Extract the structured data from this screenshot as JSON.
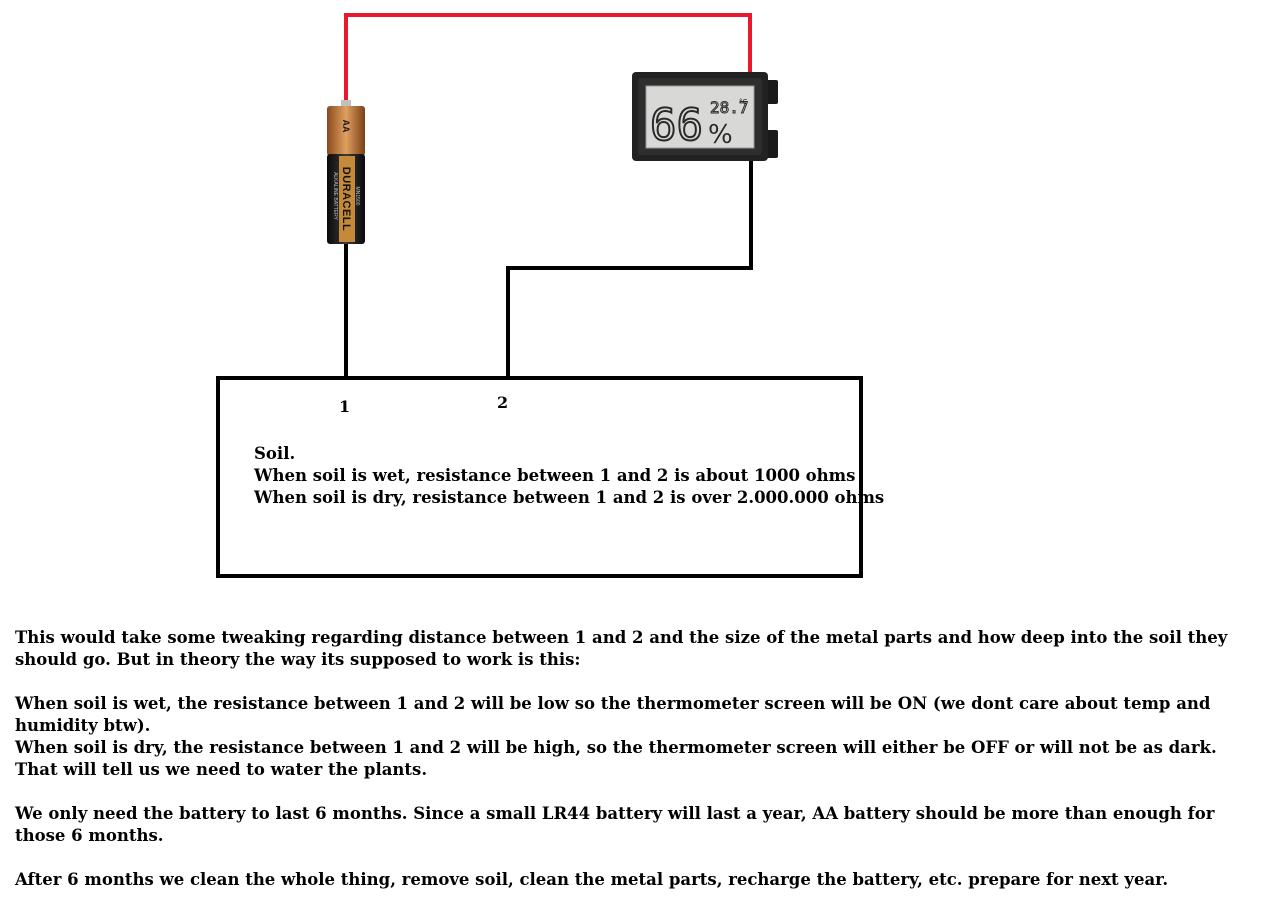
{
  "battery": {
    "size_label": "AA",
    "brand": "DURACELL",
    "subtitle": "ALKALINE BATTERY",
    "model": "MN1500",
    "colors": {
      "cap": "#b87333",
      "body": "#1a1a1a",
      "brand_bg": "#c48a3a"
    }
  },
  "thermometer": {
    "humidity": "66",
    "humidity_unit": "%",
    "temperature": "28.7",
    "temperature_unit": "°C"
  },
  "wires": {
    "positive_color": "#e8192c",
    "return_color": "#000000"
  },
  "terminals": {
    "one": "1",
    "two": "2"
  },
  "soil_box": {
    "title": "Soil.",
    "lines": [
      "When soil is wet, resistance between 1 and 2 is about 1000 ohms",
      "When soil is dry, resistance between 1 and 2 is over 2.000.000 ohms"
    ]
  },
  "explanation": {
    "p1": "This would take some tweaking regarding distance between 1 and 2 and the size of the metal parts and how deep into the soil they should go. But in theory the way its supposed to work is this:",
    "p2_line1": "When soil is wet, the resistance between 1 and 2 will be low so the thermometer screen will be ON (we dont care about temp and humidity btw).",
    "p2_line2": "When soil is dry, the resistance between 1 and 2 will be high, so the thermometer screen will either be OFF or will not be as dark. That will tell us we need to water the plants.",
    "p3": "We only need the battery to last 6 months. Since a small LR44 battery will last a year, AA battery should be more than enough for those 6 months.",
    "p4": "After 6 months we clean the whole thing, remove soil, clean the metal parts, recharge the battery, etc. prepare for next year."
  }
}
